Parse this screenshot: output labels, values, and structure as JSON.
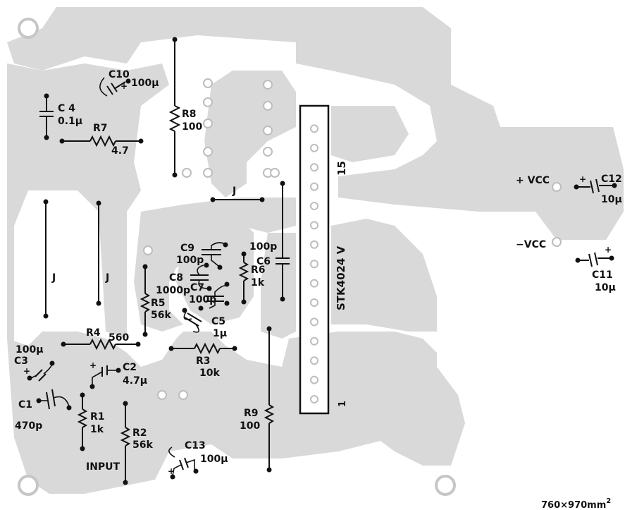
{
  "board_size_label": "760×970mm",
  "board_size_exp": "2",
  "ic": {
    "name": "STK4024 V",
    "pin_15": "15",
    "pin_1": "1"
  },
  "power": {
    "plus": "+ VCC",
    "minus": "−VCC",
    "plus_sign": "+"
  },
  "components": {
    "C10": {
      "ref": "C10",
      "value": "100μ"
    },
    "C4": {
      "ref": "C 4",
      "value": "0.1μ"
    },
    "R7": {
      "ref": "R7",
      "value": "4.7"
    },
    "R8": {
      "ref": "R8",
      "value": "100"
    },
    "C12": {
      "ref": "C12",
      "value": "10μ"
    },
    "C11": {
      "ref": "C11",
      "value": "10μ"
    },
    "J1": {
      "ref": "J"
    },
    "J2": {
      "ref": "J"
    },
    "J3": {
      "ref": "J"
    },
    "C9": {
      "ref": "C9",
      "value": "100p"
    },
    "C8": {
      "ref": "C8",
      "value": "1000p"
    },
    "C6": {
      "ref": "C6",
      "value": "100p"
    },
    "R6": {
      "ref": "R6",
      "value": "1k"
    },
    "C7": {
      "ref": "C7",
      "value": "100p"
    },
    "C5": {
      "ref": "C5",
      "value": "1μ"
    },
    "R5": {
      "ref": "R5",
      "value": "56k"
    },
    "R4": {
      "ref": "R4",
      "value": "560"
    },
    "R3": {
      "ref": "R3",
      "value": "10k"
    },
    "C3": {
      "ref": "C3",
      "value": "100μ"
    },
    "C2": {
      "ref": "C2",
      "value": "4.7μ"
    },
    "C1": {
      "ref": "C1",
      "value": "470p"
    },
    "R1": {
      "ref": "R1",
      "value": "1k"
    },
    "R2": {
      "ref": "R2",
      "value": "56k"
    },
    "R9": {
      "ref": "R9",
      "value": "100"
    },
    "C13": {
      "ref": "C13",
      "value": "100μ"
    },
    "input": {
      "label": "INPUT"
    }
  }
}
